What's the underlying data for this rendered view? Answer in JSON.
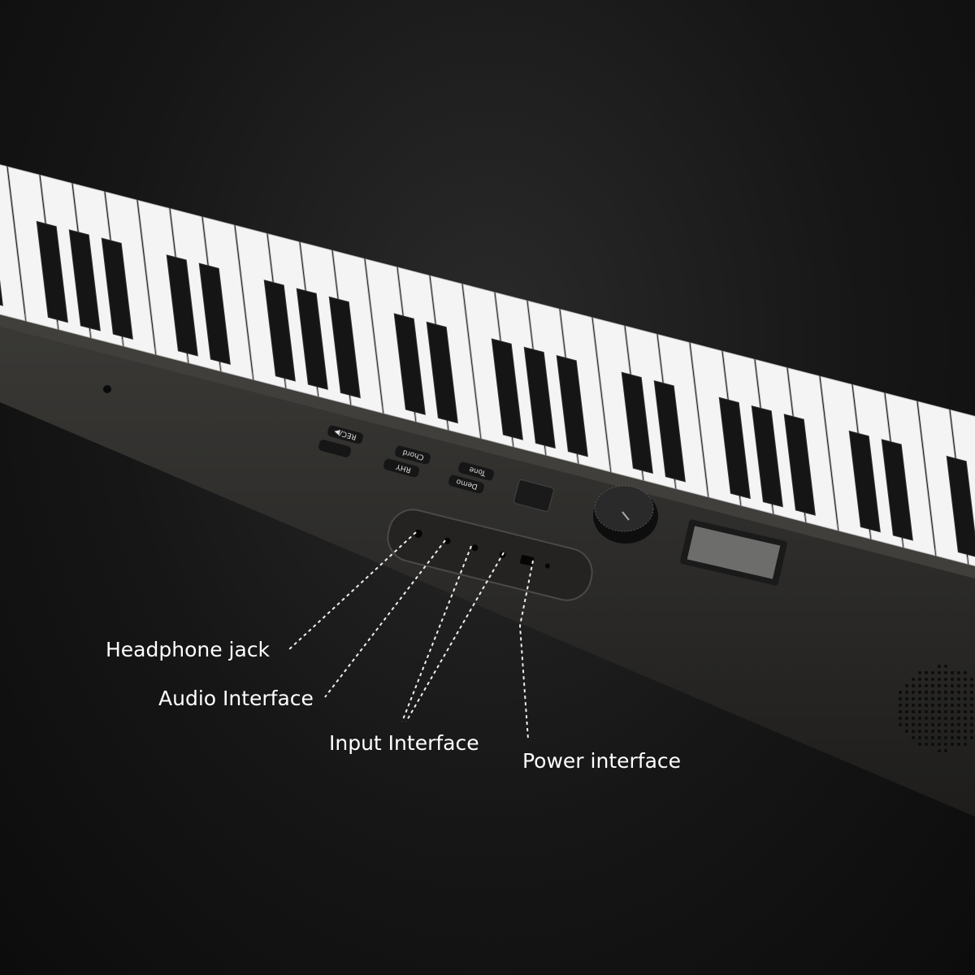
{
  "product": {
    "panel_buttons": [
      "REC/▶",
      "Chord",
      "RHY",
      "Tone",
      "Demo"
    ],
    "colors": {
      "body": "#2b2a28",
      "white_keys": "#f4f4f4",
      "black_keys": "#151515",
      "background": "#161616"
    }
  },
  "callouts": [
    {
      "label": "Headphone jack"
    },
    {
      "label": "Audio Interface"
    },
    {
      "label": "Input Interface"
    },
    {
      "label": "Power interface"
    }
  ]
}
